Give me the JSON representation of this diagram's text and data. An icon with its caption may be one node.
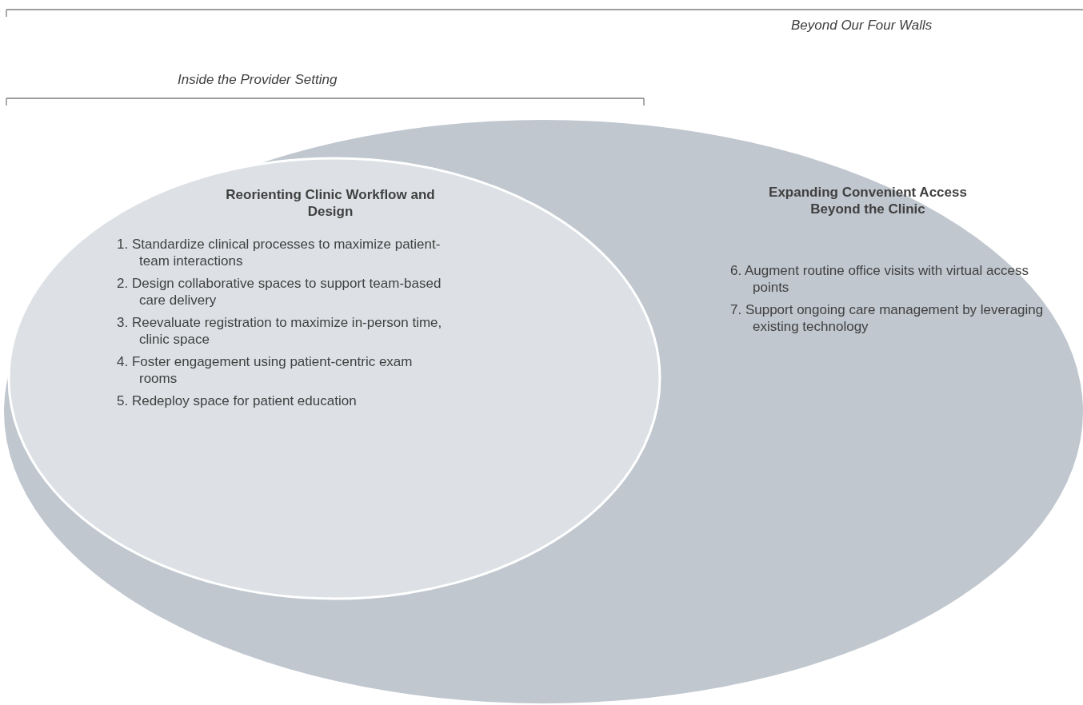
{
  "diagram": {
    "nodes": [
      {
        "text": [
          "Expanding Convenient Access Beyond the Clinic",
          "6. Augment routine office visits with virtual access points",
          "7. Support ongoing care management by leveraging existing technology"
        ]
      },
      {
        "text": [
          "Reorienting Clinic Workflow and Design",
          "1. Standardize clinical processes to maximize patient-team interactions",
          "2. Design collaborative spaces to support team-based care delivery",
          "3. Reevaluate registration to maximize in-person time, clinic space",
          "4. Foster engagement using patient-centric exam rooms",
          "5. Redeploy space for patient education"
        ],
        "in": 0
      }
    ],
    "edges": [],
    "labels": [
      "Beyond Our Four Walls",
      "Inside the Provider Setting"
    ]
  }
}
